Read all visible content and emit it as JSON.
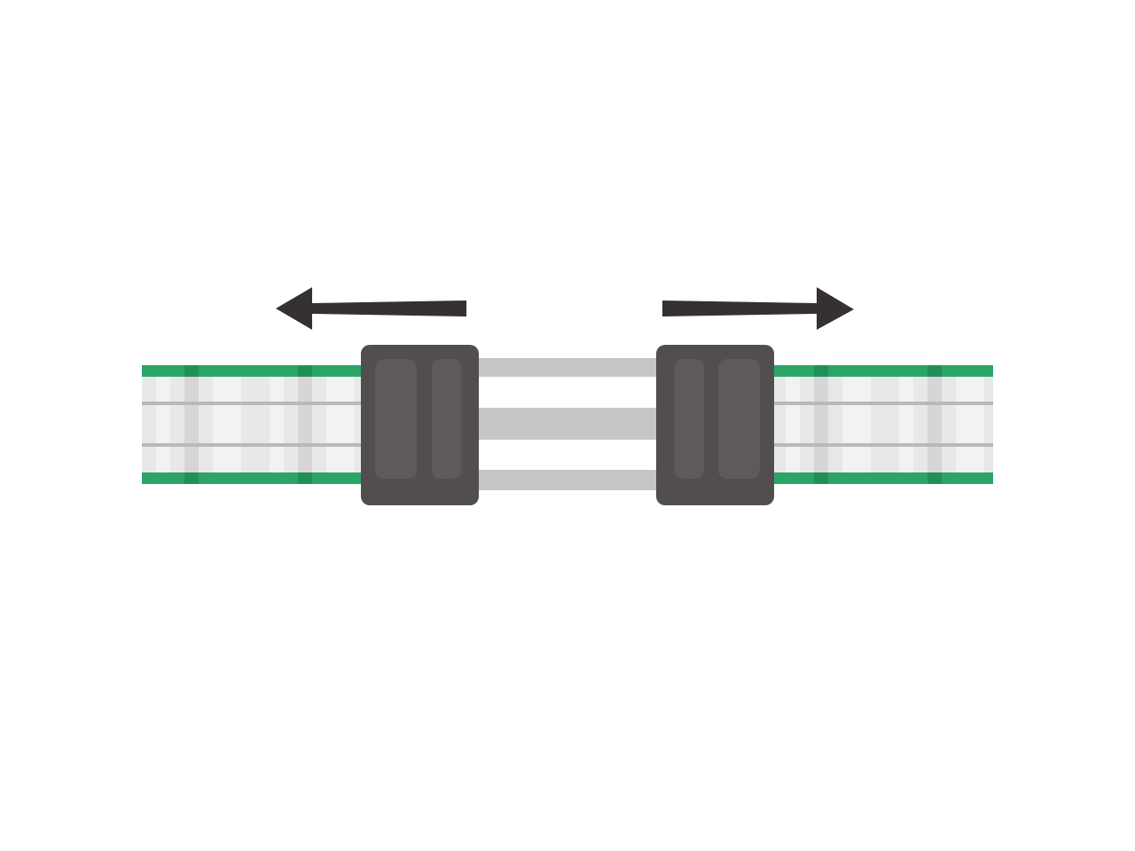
{
  "colors": {
    "background": "#ffffff",
    "tape_green": "#2aa566",
    "tape_green_dark": "#228f57",
    "tape_white": "#f2f2f3",
    "tape_light": "#e8e8ea",
    "tape_shade": "#d6d6d9",
    "tape_line": "#b9b8bb",
    "buckle": "#524e50",
    "buckle_pad": "#5e5a5c",
    "strap": "#c6c6c6",
    "arrow": "#353132"
  },
  "illustration": {
    "subject": "fence-tape-connector",
    "arrows": [
      "pull-left",
      "pull-right"
    ]
  }
}
